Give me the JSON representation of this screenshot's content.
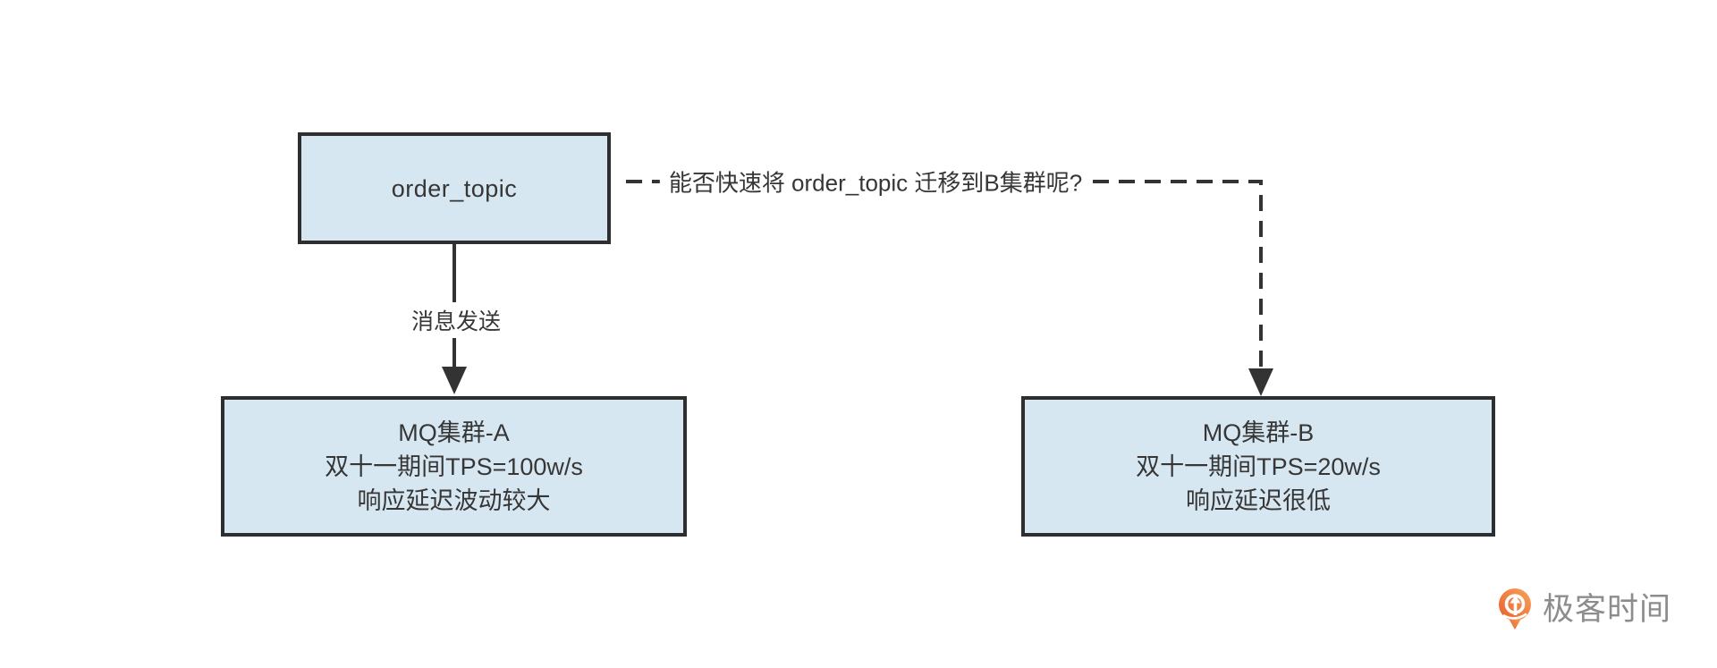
{
  "diagram": {
    "nodes": {
      "order_topic": {
        "label": "order_topic"
      },
      "cluster_a": {
        "lines": [
          "MQ集群-A",
          "双十一期间TPS=100w/s",
          "响应延迟波动较大"
        ]
      },
      "cluster_b": {
        "lines": [
          "MQ集群-B",
          "双十一期间TPS=20w/s",
          "响应延迟很低"
        ]
      }
    },
    "edges": {
      "send": {
        "label": "消息发送",
        "style": "solid-arrow"
      },
      "migrate": {
        "label": "能否快速将 order_topic 迁移到B集群呢?",
        "style": "dashed-arrow"
      }
    }
  },
  "branding": {
    "logo_text": "极客时间"
  },
  "colors": {
    "node_fill": "#d7e7f1",
    "node_border": "#2e2e2e",
    "line": "#333333",
    "text": "#363636",
    "logo_orange_light": "#f9a455",
    "logo_orange_dark": "#e75f31",
    "logo_text_gray": "#8c8c8c"
  }
}
